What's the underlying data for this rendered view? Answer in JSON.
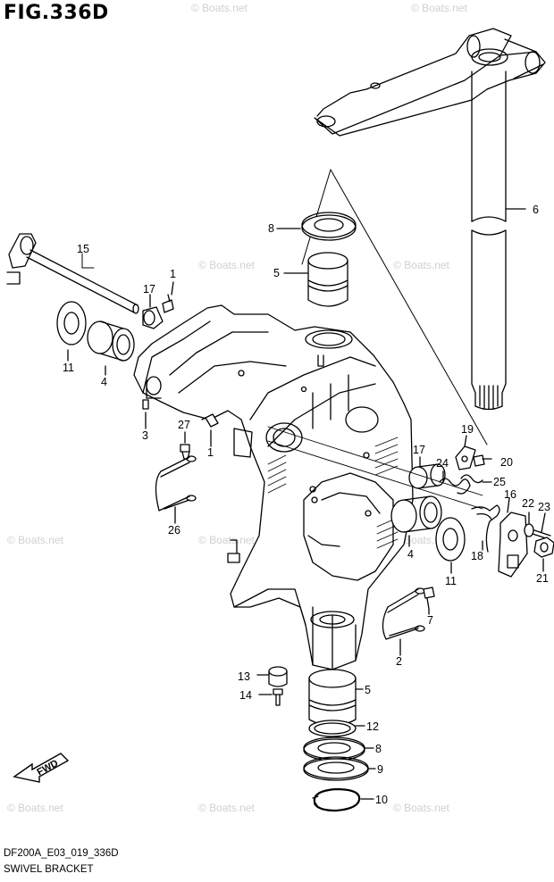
{
  "figure": {
    "title": "FIG.336D",
    "code": "DF200A_E03_019_336D",
    "caption": "SWIVEL BRACKET"
  },
  "fwd_label": "FWD",
  "watermark": "© Boats.net",
  "callouts": {
    "c1a": "1",
    "c1b": "1",
    "c2": "2",
    "c3": "3",
    "c4a": "4",
    "c4b": "4",
    "c5a": "5",
    "c5b": "5",
    "c6": "6",
    "c7": "7",
    "c8a": "8",
    "c8b": "8",
    "c9": "9",
    "c10": "10",
    "c11a": "11",
    "c11b": "11",
    "c12": "12",
    "c13": "13",
    "c14": "14",
    "c15": "15",
    "c16": "16",
    "c17a": "17",
    "c17b": "17",
    "c18": "18",
    "c19": "19",
    "c20": "20",
    "c21": "21",
    "c22": "22",
    "c23": "23",
    "c24": "24",
    "c25": "25",
    "c26": "26",
    "c27": "27"
  }
}
